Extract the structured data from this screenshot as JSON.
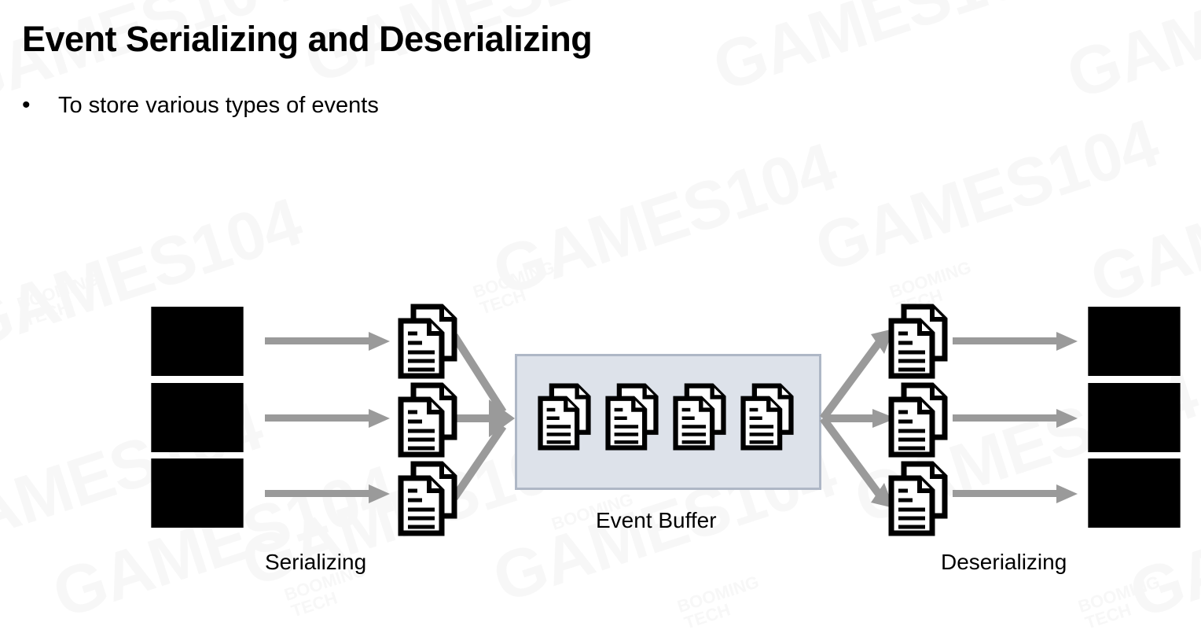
{
  "slide": {
    "title": "Event Serializing and Deserializing",
    "bullet_marker": "•",
    "bullets": [
      "To store various types of events"
    ]
  },
  "diagram": {
    "buffer": {
      "label": "Event Buffer",
      "fill_color": "#dde2ea",
      "border_color": "#aeb7c6",
      "document_count": 4
    },
    "left_stage": {
      "caption": "Serializing",
      "envelope_count": 3,
      "document_count": 3
    },
    "right_stage": {
      "caption": "Deserializing",
      "envelope_count": 3,
      "document_count": 3
    },
    "envelope_colors": [
      "#2e7cb8",
      "#ec7f2e",
      "#c8e0b9"
    ],
    "envelope_stroke": "#000000",
    "arrow_color": "#9a9a9a",
    "document_icon_name": "document-stack-icon"
  },
  "watermarks": {
    "brand": "GAMES104",
    "sub_line_1": "BOOMING",
    "sub_line_2": "TECH",
    "color": "#f7f7f7"
  }
}
